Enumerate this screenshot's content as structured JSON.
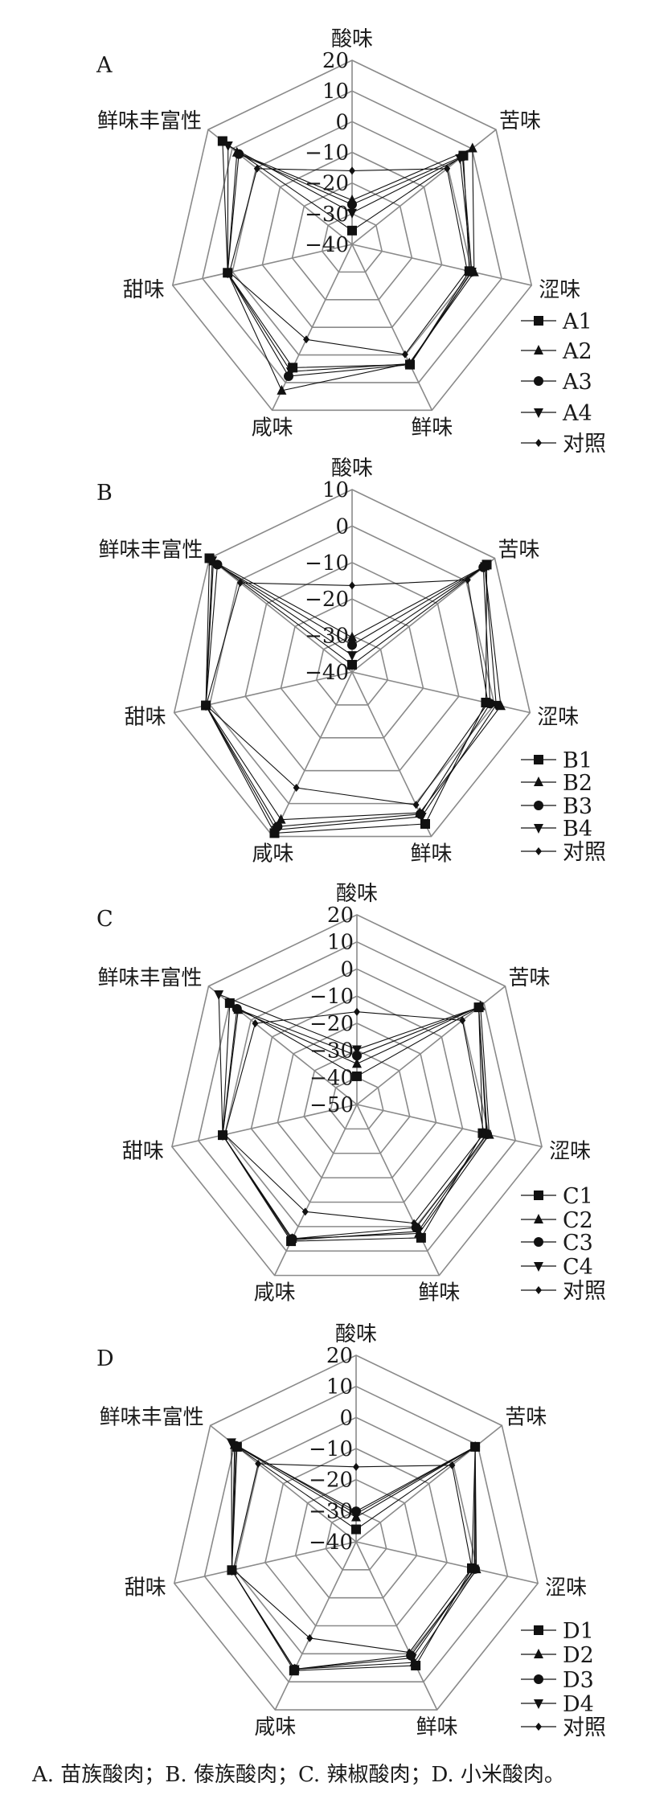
{
  "chart_data": [
    {
      "type": "radar",
      "panel": "A",
      "axes": [
        "酸味",
        "苦味",
        "涩味",
        "鲜味",
        "咸味",
        "甜味",
        "鲜味丰富性"
      ],
      "ticks": [
        "20",
        "10",
        "0",
        "−10",
        "−20",
        "−30",
        "−40"
      ],
      "range": [
        -40,
        20
      ],
      "series": [
        {
          "name": "A1",
          "marker": "square",
          "values": [
            -35.5,
            6.4,
            -0.8,
            3.5,
            4.6,
            1.6,
            14
          ]
        },
        {
          "name": "A2",
          "marker": "triangle-up",
          "values": [
            -25.6,
            10.2,
            0.8,
            3.0,
            12.9,
            1.6,
            8
          ]
        },
        {
          "name": "A3",
          "marker": "circle",
          "values": [
            -27,
            6,
            0,
            3.5,
            7.7,
            1.6,
            7.2
          ]
        },
        {
          "name": "A4",
          "marker": "triangle-down",
          "values": [
            -29.7,
            5,
            0,
            3.2,
            6,
            1.6,
            11.7
          ]
        },
        {
          "name": "对照",
          "marker": "diamond",
          "values": [
            -16,
            -0.4,
            -1.5,
            -0.2,
            -5.6,
            1.0,
            -0.4
          ]
        }
      ]
    },
    {
      "type": "radar",
      "panel": "B",
      "axes": [
        "酸味",
        "苦味",
        "涩味",
        "鲜味",
        "咸味",
        "甜味",
        "鲜味丰富性"
      ],
      "ticks": [
        "10",
        "0",
        "−10",
        "−20",
        "−30",
        "−40"
      ],
      "range": [
        -40,
        10
      ],
      "series": [
        {
          "name": "B1",
          "marker": "square",
          "values": [
            -38,
            7.2,
            -2.4,
            6.2,
            9,
            1.1,
            10
          ]
        },
        {
          "name": "B2",
          "marker": "triangle-up",
          "values": [
            -30.5,
            6.5,
            1.8,
            2.8,
            4.9,
            1.1,
            8.6
          ]
        },
        {
          "name": "B3",
          "marker": "circle",
          "values": [
            -32.6,
            6,
            -1.2,
            3.2,
            7,
            1.1,
            7.2
          ]
        },
        {
          "name": "B4",
          "marker": "triangle-down",
          "values": [
            -35.4,
            6.5,
            0.5,
            4,
            8,
            1.1,
            9
          ]
        },
        {
          "name": "对照",
          "marker": "diamond",
          "values": [
            -16.3,
            0.5,
            -1.8,
            0.4,
            -4.8,
            1.0,
            -0.8
          ]
        }
      ]
    },
    {
      "type": "radar",
      "panel": "C",
      "axes": [
        "酸味",
        "苦味",
        "涩味",
        "鲜味",
        "咸味",
        "甜味",
        "鲜味丰富性"
      ],
      "ticks": [
        "20",
        "10",
        "0",
        "−10",
        "−20",
        "−30",
        "−40",
        "−50"
      ],
      "range": [
        -50,
        20
      ],
      "series": [
        {
          "name": "C1",
          "marker": "square",
          "values": [
            -39.6,
            7.5,
            -2.4,
            4.6,
            6,
            0.8,
            10
          ]
        },
        {
          "name": "C2",
          "marker": "triangle-up",
          "values": [
            -35,
            8.3,
            0.1,
            2.8,
            5,
            0.8,
            6
          ]
        },
        {
          "name": "C3",
          "marker": "circle",
          "values": [
            -32,
            7.5,
            -0.7,
            0.4,
            5,
            0.8,
            6.6
          ]
        },
        {
          "name": "C4",
          "marker": "triangle-down",
          "values": [
            -29.7,
            7.5,
            -1,
            2,
            5.5,
            0.8,
            15.2
          ]
        },
        {
          "name": "对照",
          "marker": "diamond",
          "values": [
            -15.8,
            -0.2,
            -1.9,
            -1.4,
            -6.1,
            0,
            -2
          ]
        }
      ]
    },
    {
      "type": "radar",
      "panel": "D",
      "axes": [
        "酸味",
        "苦味",
        "涩味",
        "鲜味",
        "咸味",
        "甜味",
        "鲜味丰富性"
      ],
      "ticks": [
        "20",
        "10",
        "0",
        "−10",
        "−20",
        "−30",
        "−40"
      ],
      "range": [
        -40,
        20
      ],
      "series": [
        {
          "name": "D1",
          "marker": "square",
          "values": [
            -36,
            9,
            -1.8,
            4.2,
            6,
            1,
            9
          ]
        },
        {
          "name": "D2",
          "marker": "triangle-up",
          "values": [
            -32.1,
            9,
            -0.3,
            3.1,
            5.5,
            1,
            10
          ]
        },
        {
          "name": "D3",
          "marker": "circle",
          "values": [
            -30.2,
            9,
            -0.7,
            0.6,
            5.5,
            1,
            9.5
          ]
        },
        {
          "name": "D4",
          "marker": "triangle-down",
          "values": [
            -31,
            9,
            -1,
            1.5,
            5.5,
            1,
            11.3
          ]
        },
        {
          "name": "对照",
          "marker": "diamond",
          "values": [
            -15.9,
            -0.5,
            -1.8,
            -0.5,
            -5.6,
            0.5,
            0.3
          ]
        }
      ]
    }
  ],
  "caption": "A. 苗族酸肉；B. 傣族酸肉；C. 辣椒酸肉；D. 小米酸肉。"
}
